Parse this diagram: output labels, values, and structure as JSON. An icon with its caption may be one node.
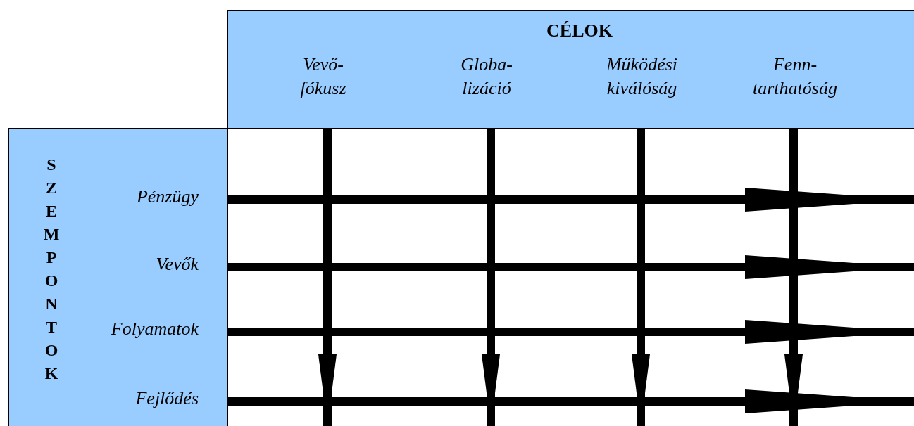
{
  "diagram": {
    "nodes": [
      {
        "text": [
          "CÉLOK"
        ]
      },
      {
        "text": [
          "Vevő- fókusz"
        ],
        "in": 0
      },
      {
        "text": [
          "Globa- lizáció"
        ],
        "in": 0
      },
      {
        "text": [
          "Működési kiválóság"
        ],
        "in": 0
      },
      {
        "text": [
          "Fenn- tarthatóság"
        ],
        "in": 0
      },
      {
        "text": [
          "SZEMPONTOK"
        ]
      },
      {
        "text": [
          "Pénzügy"
        ],
        "in": 5
      },
      {
        "text": [
          "Vevők"
        ],
        "in": 5
      },
      {
        "text": [
          "Folyamatok"
        ],
        "in": 5
      },
      {
        "text": [
          "Fejlődés"
        ],
        "in": 5
      }
    ],
    "edges": [
      {
        "from": 1,
        "to": null,
        "arrow": "to"
      },
      {
        "from": 2,
        "to": null,
        "arrow": "to"
      },
      {
        "from": 3,
        "to": null,
        "arrow": "to"
      },
      {
        "from": 4,
        "to": null,
        "arrow": "to"
      },
      {
        "from": 6,
        "to": null,
        "arrow": "to"
      },
      {
        "from": 7,
        "to": null,
        "arrow": "to"
      },
      {
        "from": 8,
        "to": null,
        "arrow": "to"
      },
      {
        "from": 9,
        "to": null,
        "arrow": "to"
      }
    ]
  }
}
